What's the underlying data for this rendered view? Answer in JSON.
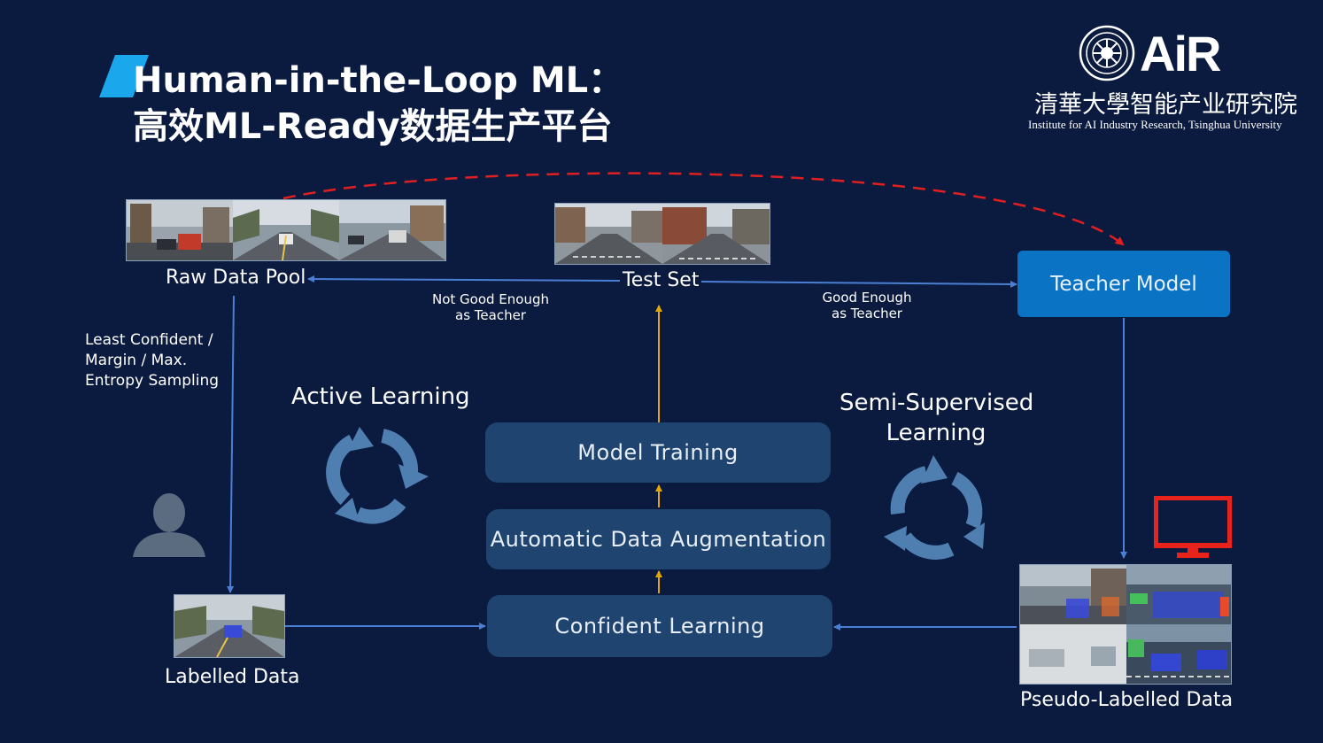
{
  "title": {
    "line1": "Human-in-the-Loop  ML：",
    "line2": "高效ML-Ready数据生产平台"
  },
  "logo": {
    "brand": "AiR",
    "cn_name": "清華大學智能产业研究院",
    "en_name": "Institute for AI Industry Research,  Tsinghua University"
  },
  "nodes": {
    "raw_data_pool": "Raw Data Pool",
    "test_set": "Test Set",
    "teacher_model": "Teacher Model",
    "labelled_data": "Labelled Data",
    "pseudo_labelled_data": "Pseudo-Labelled Data",
    "model_training": "Model Training",
    "augmentation": "Automatic Data Augmentation",
    "confident_learning": "Confident Learning"
  },
  "edge_labels": {
    "not_good_line1": "Not Good Enough",
    "not_good_line2": "as  Teacher",
    "good_line1": "Good Enough",
    "good_line2": "as Teacher",
    "sampling_line1": "Least Confident /",
    "sampling_line2": "Margin / Max.",
    "sampling_line3": "Entropy Sampling"
  },
  "cycles": {
    "active": "Active Learning",
    "semi_line1": "Semi-Supervised",
    "semi_line2": "Learning"
  },
  "icons": {
    "person": "person-icon",
    "monitor": "monitor-icon",
    "active_cycle": "cycle-arrows-icon",
    "semi_cycle": "cycle-arrows-icon"
  },
  "colors": {
    "background": "#0b1a3f",
    "accent_cyan": "#1aa7ec",
    "teacher_blue": "#0b73c3",
    "process_box": "#1f4470",
    "flow_arrow": "#4a7fd4",
    "training_arrow": "#e0a800",
    "feedback_arrow": "#e02020",
    "monitor_red": "#e8231b",
    "cycle_icon": "#4f7fb0"
  }
}
